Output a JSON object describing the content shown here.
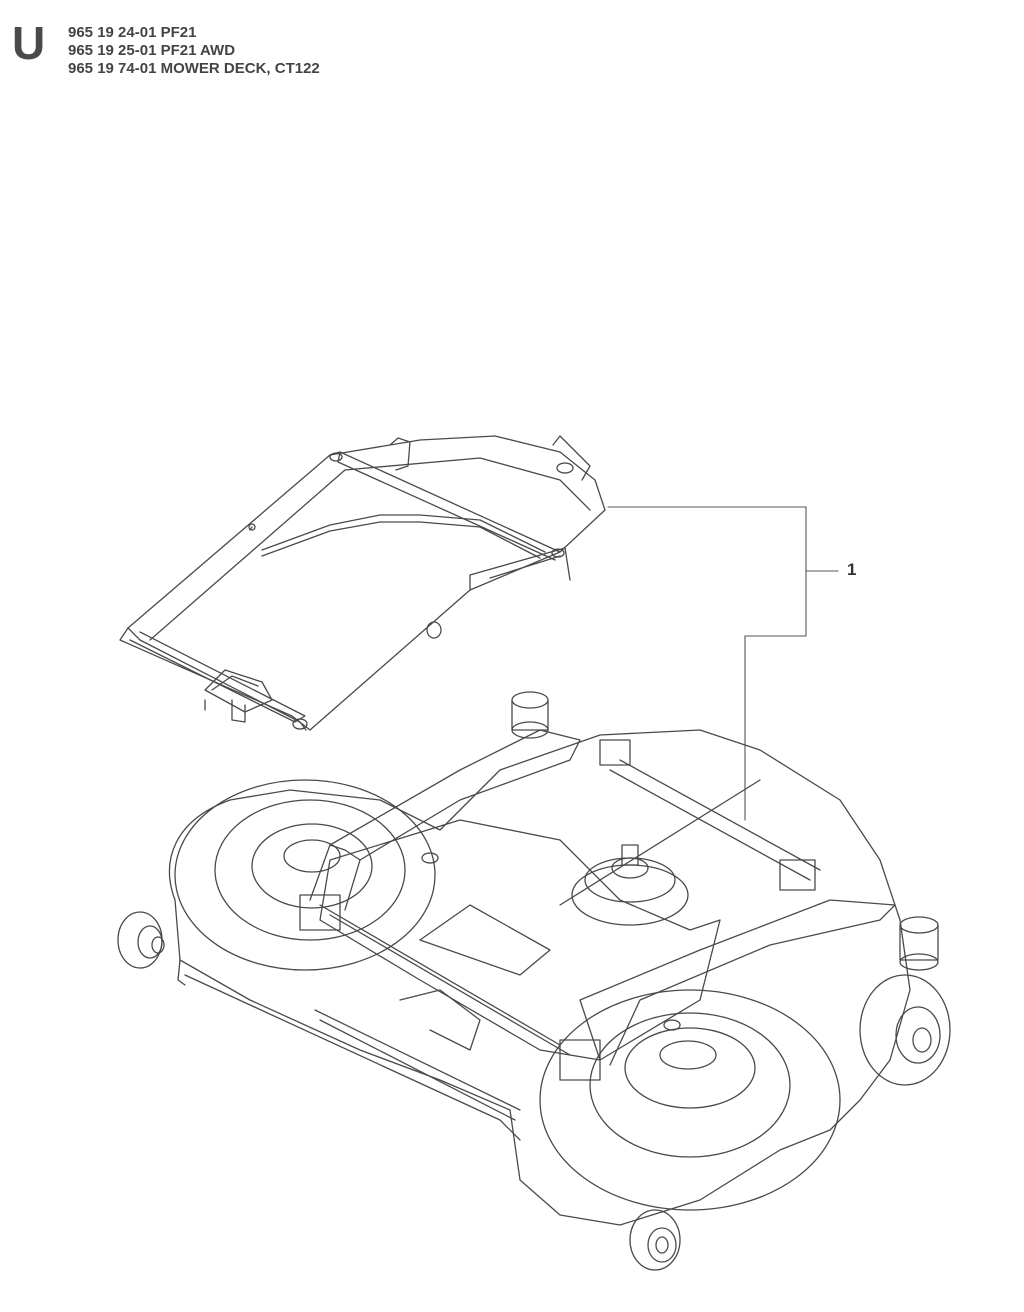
{
  "header": {
    "section": "U",
    "lines": [
      "965 19 24-01 PF21",
      "965 19 25-01 PF21 AWD",
      "965 19 74-01 MOWER DECK, CT122"
    ]
  },
  "callouts": [
    {
      "label": "1"
    }
  ]
}
